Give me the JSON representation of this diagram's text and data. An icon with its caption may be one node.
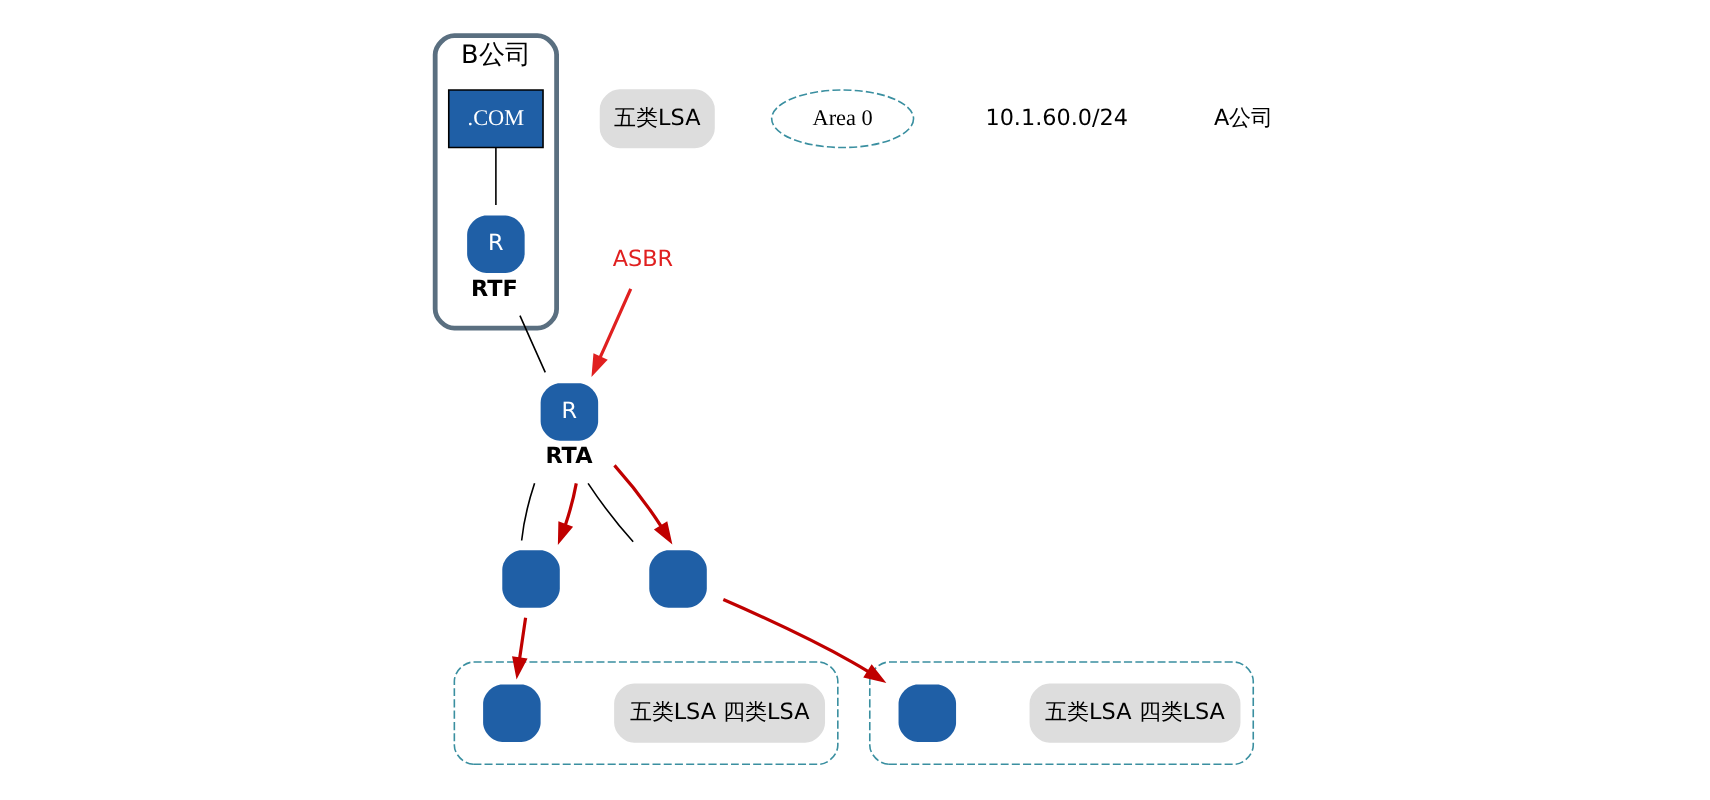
{
  "diagram": {
    "nodes": [
      {
        "text": [
          "B公司"
        ]
      },
      {
        "text": [
          ".COM"
        ],
        "in": 0
      },
      {
        "text": [
          "R"
        ],
        "beside": [
          "RTF"
        ],
        "in": 0
      },
      {
        "text": [
          "R"
        ],
        "beside": [
          "RTA"
        ]
      },
      {
        "text": [
          "ASBR"
        ]
      },
      {
        "text": [
          "五类LSA"
        ]
      },
      {
        "text": [],
        "shape": "ellipse"
      },
      {
        "text": [
          "五类LSA 四类LSA"
        ],
        "in": 6
      },
      {
        "text": [
          "Area 0"
        ]
      },
      {
        "text": [],
        "shape": "ellipse"
      },
      {
        "text": [
          "五类LSA 四类LSA"
        ],
        "in": 9
      },
      {
        "text": [],
        "shape": "box",
        "in": 6
      },
      {
        "text": [],
        "shape": "box"
      },
      {
        "text": [],
        "shape": "box"
      },
      {
        "text": [],
        "shape": "box",
        "in": 9
      }
    ],
    "edges": [
      {
        "from": 1,
        "to": 2,
        "arrow": "none"
      },
      {
        "from": 2,
        "to": 3,
        "arrow": "none"
      },
      {
        "from": 4,
        "to": 3,
        "arrow": "to",
        "color": "#e02020"
      },
      {
        "from": 3,
        "to": 12,
        "arrow": "none"
      },
      {
        "from": 3,
        "to": 13,
        "arrow": "none"
      },
      {
        "from": 3,
        "to": 12,
        "arrow": "to",
        "color": "#c00000"
      },
      {
        "from": 3,
        "to": 13,
        "arrow": "to",
        "color": "#c00000"
      },
      {
        "from": 12,
        "to": 11,
        "arrow": "to",
        "color": "#c00000"
      },
      {
        "from": 13,
        "to": 14,
        "arrow": "to",
        "color": "#c00000"
      }
    ],
    "labels": [
      "10.1.60.0/24",
      "A公司"
    ]
  }
}
